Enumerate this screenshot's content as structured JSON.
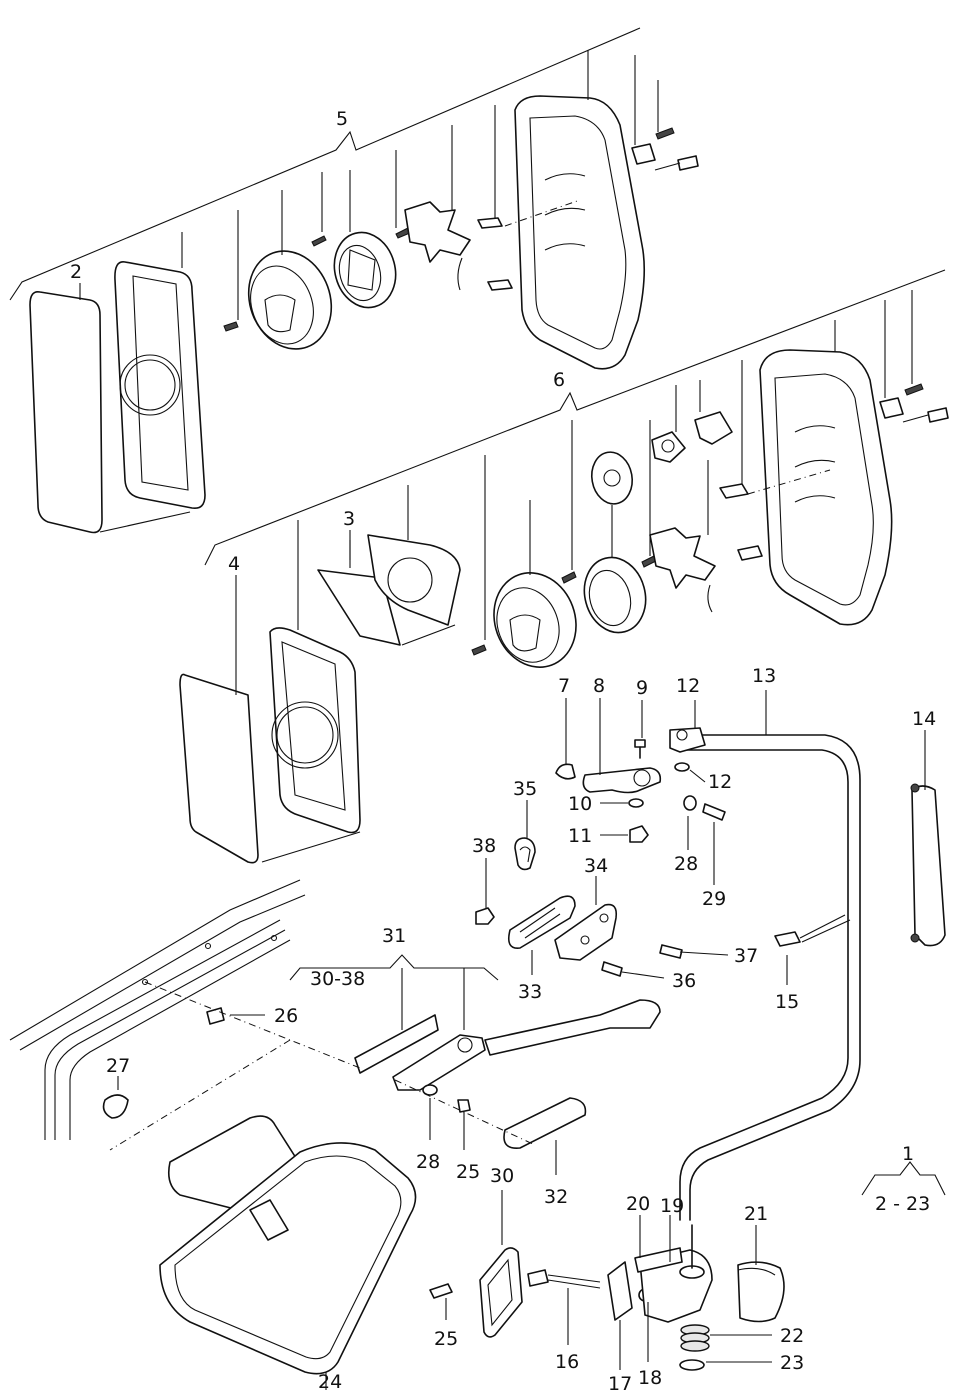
{
  "diagram": {
    "group_labels": {
      "group_5": "5",
      "group_6": "6",
      "group_31": "31",
      "group_31_range": "30-38",
      "group_1": "1",
      "group_1_range": "2 - 23"
    },
    "part_labels": {
      "p2": "2",
      "p3": "3",
      "p4": "4",
      "p7": "7",
      "p8": "8",
      "p9": "9",
      "p10": "10",
      "p11": "11",
      "p12a": "12",
      "p12b": "12",
      "p13": "13",
      "p14": "14",
      "p15": "15",
      "p16": "16",
      "p17": "17",
      "p18": "18",
      "p19": "19",
      "p20": "20",
      "p21": "21",
      "p22": "22",
      "p23": "23",
      "p24": "24",
      "p25a": "25",
      "p25b": "25",
      "p26": "26",
      "p27": "27",
      "p28a": "28",
      "p28b": "28",
      "p29": "29",
      "p30": "30",
      "p32": "32",
      "p33": "33",
      "p34": "34",
      "p35": "35",
      "p36": "36",
      "p37": "37",
      "p38": "38"
    }
  }
}
